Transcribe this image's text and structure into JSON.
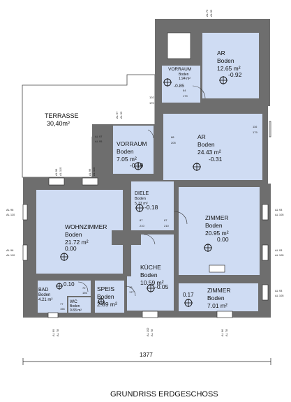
{
  "plan_title": "GRUNDRISS ERDGESCHOSS",
  "overall_dimension": "1377",
  "terrace": {
    "name": "TERRASSE",
    "area": "30,40m²"
  },
  "rooms": [
    {
      "id": "ar_top",
      "name": "AR",
      "floor": "Boden",
      "area": "12.65 m²",
      "level": "-0.92"
    },
    {
      "id": "vorraum_small",
      "name": "VORRAUM",
      "floor": "Boden",
      "area": "1.94 m²",
      "level": "-0.85"
    },
    {
      "id": "vorraum",
      "name": "VORRAUM",
      "floor": "Boden",
      "area": "7.05 m²",
      "level": "-0.19"
    },
    {
      "id": "ar_mid",
      "name": "AR",
      "floor": "Boden",
      "area": "24.43 m²",
      "level": "-0.31"
    },
    {
      "id": "diele",
      "name": "DIELE",
      "floor": "Boden",
      "area": "5.77 m²",
      "level": "-0.18"
    },
    {
      "id": "wohnzimmer",
      "name": "WOHNZIMMER",
      "floor": "Boden",
      "area": "21.72 m²",
      "level": "0.00"
    },
    {
      "id": "zimmer_big",
      "name": "ZIMMER",
      "floor": "Boden",
      "area": "20.95 m²",
      "level": "0.00"
    },
    {
      "id": "kueche",
      "name": "KÜCHE",
      "floor": "Boden",
      "area": "10.59 m²",
      "level": "-0.05"
    },
    {
      "id": "bad",
      "name": "BAD",
      "floor": "Boden",
      "area": "4.21 m²",
      "level": "0.10"
    },
    {
      "id": "speis",
      "name": "SPEIS",
      "floor": "Boden",
      "area": "2.89 m²",
      "level": ""
    },
    {
      "id": "wc",
      "name": "WC",
      "floor": "Boden",
      "area": "0.83 m²",
      "level": ""
    },
    {
      "id": "zimmer_small",
      "name": "ZIMMER",
      "floor": "Boden",
      "area": "7.01 m²",
      "level": "0.17"
    }
  ],
  "annotations": {
    "al73": "AL 73",
    "al95": "AL 95",
    "al97": "AL 97",
    "al96": "AL 96",
    "al110": "AL 110",
    "al93": "AL 93",
    "al105": "AL 105",
    "al99": "AL 99",
    "al78": "AL 78",
    "al102": "AL 102",
    "d102": "102",
    "d170": "170",
    "d84": "84",
    "d179": "179",
    "d116": "116",
    "d88": "88",
    "d205": "205",
    "d87": "87",
    "d210": "210",
    "d72": "72",
    "d156": "156",
    "d77": "77",
    "d15": "15",
    "d177": "177"
  }
}
